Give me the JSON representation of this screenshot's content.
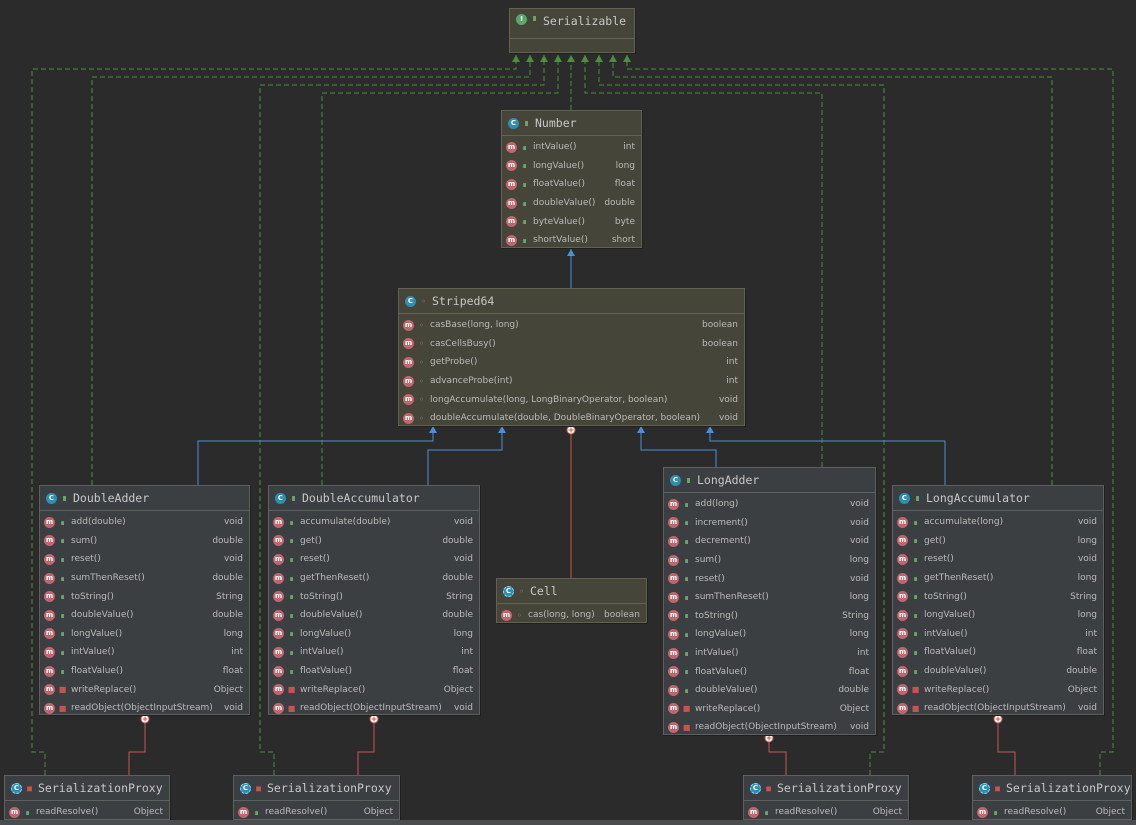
{
  "colors": {
    "background": "#2b2b2b",
    "implements_edge": "#4c8f3c",
    "extends_edge": "#4a8fd8",
    "inner_class_edge": "#c75450"
  },
  "nodes": {
    "serializable": {
      "kind_icon": "interface-icon",
      "title": "Serializable",
      "members": []
    },
    "number": {
      "kind_icon": "abstract-class-icon",
      "title": "Number",
      "members": [
        {
          "name": "intValue()",
          "type": "int"
        },
        {
          "name": "longValue()",
          "type": "long"
        },
        {
          "name": "floatValue()",
          "type": "float"
        },
        {
          "name": "doubleValue()",
          "type": "double"
        },
        {
          "name": "byteValue()",
          "type": "byte"
        },
        {
          "name": "shortValue()",
          "type": "short"
        }
      ]
    },
    "striped64": {
      "kind_icon": "abstract-class-icon",
      "title": "Striped64",
      "members": [
        {
          "name": "casBase(long, long)",
          "type": "boolean"
        },
        {
          "name": "casCellsBusy()",
          "type": "boolean"
        },
        {
          "name": "getProbe()",
          "type": "int"
        },
        {
          "name": "advanceProbe(int)",
          "type": "int"
        },
        {
          "name": "longAccumulate(long, LongBinaryOperator, boolean)",
          "type": "void"
        },
        {
          "name": "doubleAccumulate(double, DoubleBinaryOperator, boolean)",
          "type": "void"
        }
      ]
    },
    "doubleAdder": {
      "kind_icon": "class-icon",
      "title": "DoubleAdder",
      "members": [
        {
          "name": "add(double)",
          "type": "void"
        },
        {
          "name": "sum()",
          "type": "double"
        },
        {
          "name": "reset()",
          "type": "void"
        },
        {
          "name": "sumThenReset()",
          "type": "double"
        },
        {
          "name": "toString()",
          "type": "String"
        },
        {
          "name": "doubleValue()",
          "type": "double"
        },
        {
          "name": "longValue()",
          "type": "long"
        },
        {
          "name": "intValue()",
          "type": "int"
        },
        {
          "name": "floatValue()",
          "type": "float"
        },
        {
          "name": "writeReplace()",
          "type": "Object"
        },
        {
          "name": "readObject(ObjectInputStream)",
          "type": "void"
        }
      ]
    },
    "doubleAccumulator": {
      "kind_icon": "class-icon",
      "title": "DoubleAccumulator",
      "members": [
        {
          "name": "accumulate(double)",
          "type": "void"
        },
        {
          "name": "get()",
          "type": "double"
        },
        {
          "name": "reset()",
          "type": "void"
        },
        {
          "name": "getThenReset()",
          "type": "double"
        },
        {
          "name": "toString()",
          "type": "String"
        },
        {
          "name": "doubleValue()",
          "type": "double"
        },
        {
          "name": "longValue()",
          "type": "long"
        },
        {
          "name": "intValue()",
          "type": "int"
        },
        {
          "name": "floatValue()",
          "type": "float"
        },
        {
          "name": "writeReplace()",
          "type": "Object"
        },
        {
          "name": "readObject(ObjectInputStream)",
          "type": "void"
        }
      ]
    },
    "cell": {
      "kind_icon": "static-class-icon",
      "title": "Cell",
      "members": [
        {
          "name": "cas(long, long)",
          "type": "boolean"
        }
      ]
    },
    "longAdder": {
      "kind_icon": "class-icon",
      "title": "LongAdder",
      "members": [
        {
          "name": "add(long)",
          "type": "void"
        },
        {
          "name": "increment()",
          "type": "void"
        },
        {
          "name": "decrement()",
          "type": "void"
        },
        {
          "name": "sum()",
          "type": "long"
        },
        {
          "name": "reset()",
          "type": "void"
        },
        {
          "name": "sumThenReset()",
          "type": "long"
        },
        {
          "name": "toString()",
          "type": "String"
        },
        {
          "name": "longValue()",
          "type": "long"
        },
        {
          "name": "intValue()",
          "type": "int"
        },
        {
          "name": "floatValue()",
          "type": "float"
        },
        {
          "name": "doubleValue()",
          "type": "double"
        },
        {
          "name": "writeReplace()",
          "type": "Object"
        },
        {
          "name": "readObject(ObjectInputStream)",
          "type": "void"
        }
      ]
    },
    "longAccumulator": {
      "kind_icon": "class-icon",
      "title": "LongAccumulator",
      "members": [
        {
          "name": "accumulate(long)",
          "type": "void"
        },
        {
          "name": "get()",
          "type": "long"
        },
        {
          "name": "reset()",
          "type": "void"
        },
        {
          "name": "getThenReset()",
          "type": "long"
        },
        {
          "name": "toString()",
          "type": "String"
        },
        {
          "name": "longValue()",
          "type": "long"
        },
        {
          "name": "intValue()",
          "type": "int"
        },
        {
          "name": "floatValue()",
          "type": "float"
        },
        {
          "name": "doubleValue()",
          "type": "double"
        },
        {
          "name": "writeReplace()",
          "type": "Object"
        },
        {
          "name": "readObject(ObjectInputStream)",
          "type": "void"
        }
      ]
    },
    "proxy1": {
      "kind_icon": "static-class-icon",
      "title": "SerializationProxy",
      "members": [
        {
          "name": "readResolve()",
          "type": "Object"
        }
      ]
    },
    "proxy2": {
      "kind_icon": "static-class-icon",
      "title": "SerializationProxy",
      "members": [
        {
          "name": "readResolve()",
          "type": "Object"
        }
      ]
    },
    "proxy3": {
      "kind_icon": "static-class-icon",
      "title": "SerializationProxy",
      "members": [
        {
          "name": "readResolve()",
          "type": "Object"
        }
      ]
    },
    "proxy4": {
      "kind_icon": "static-class-icon",
      "title": "SerializationProxy",
      "members": [
        {
          "name": "readResolve()",
          "type": "Object"
        }
      ]
    }
  }
}
